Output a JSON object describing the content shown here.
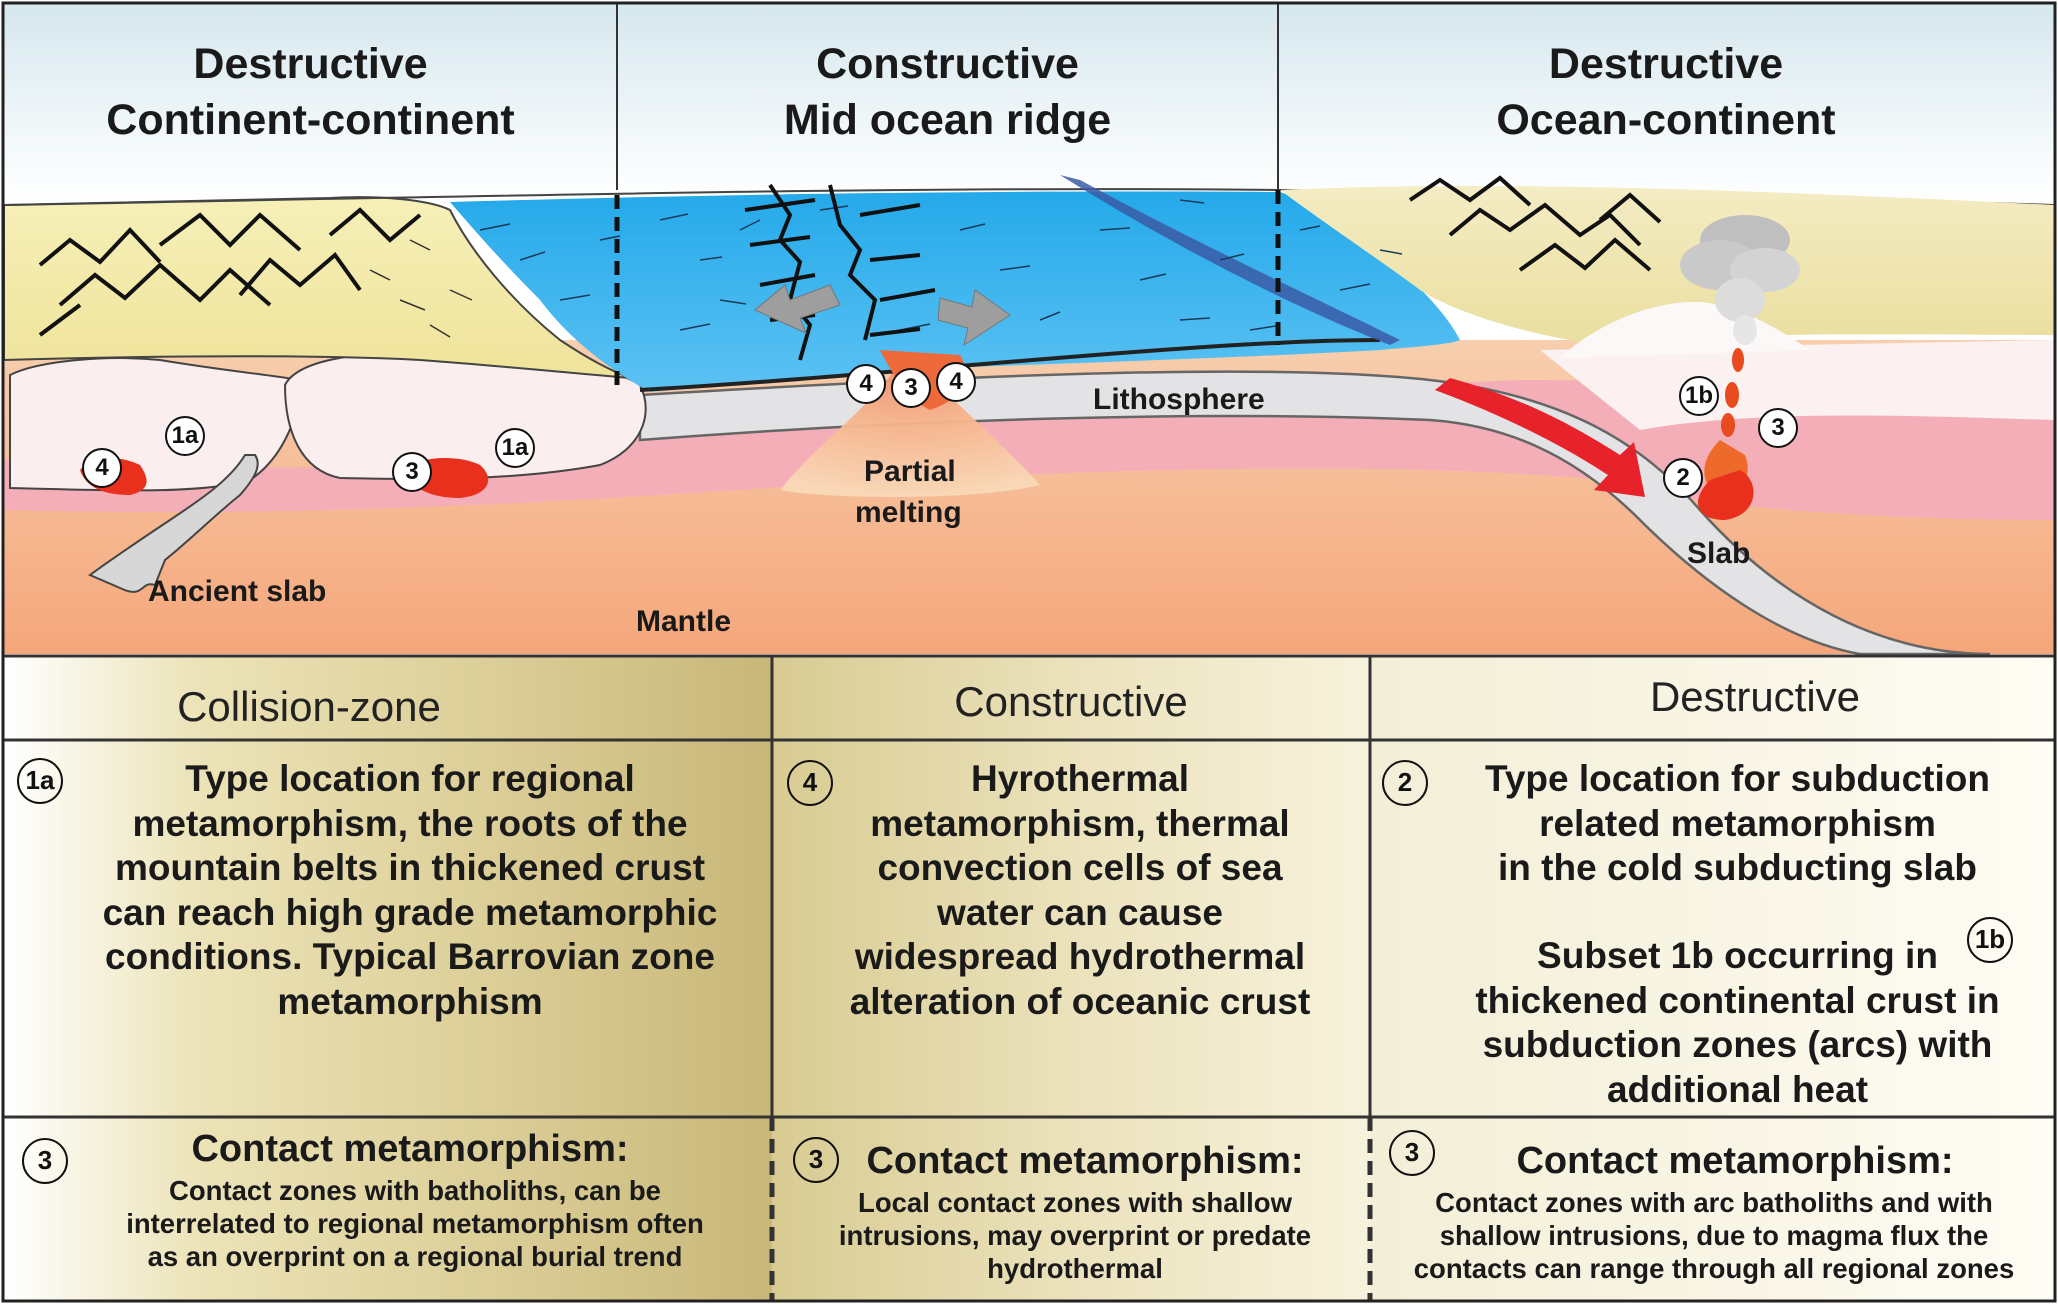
{
  "diagram": {
    "headers": {
      "left": {
        "line1": "Destructive",
        "line2": "Continent-continent"
      },
      "center": {
        "line1": "Constructive",
        "line2": "Mid ocean ridge"
      },
      "right": {
        "line1": "Destructive",
        "line2": "Ocean-continent"
      }
    },
    "labels": {
      "ancient_slab": "Ancient slab",
      "mantle": "Mantle",
      "partial_melting_1": "Partial",
      "partial_melting_2": "melting",
      "lithosphere": "Lithosphere",
      "slab": "Slab"
    },
    "markers": {
      "m1a": "1a",
      "m1b": "1b",
      "m2": "2",
      "m3": "3",
      "m4": "4"
    }
  },
  "table": {
    "columns": [
      "Collision-zone",
      "Constructive",
      "Destructive"
    ],
    "collision": {
      "marker": "1a",
      "lines": [
        "Type location for regional",
        "metamorphism, the roots of the",
        "mountain belts in thickened crust",
        "can reach high grade metamorphic",
        "conditions. Typical Barrovian zone",
        "metamorphism"
      ]
    },
    "constructive": {
      "marker": "4",
      "lines": [
        "Hyrothermal",
        "metamorphism, thermal",
        "convection cells of sea",
        "water can cause",
        "widespread hydrothermal",
        "alteration of oceanic crust"
      ]
    },
    "destructive": {
      "marker": "2",
      "lines_a": [
        "Type location for subduction",
        "related metamorphism",
        "in the cold subducting slab"
      ],
      "marker_b": "1b",
      "lines_b": [
        "Subset 1b occurring in",
        "thickened continental crust in",
        "subduction zones (arcs) with",
        "additional heat"
      ]
    },
    "contact": {
      "marker": "3",
      "title": "Contact metamorphism:",
      "left": [
        "Contact zones with batholiths, can be",
        "interrelated to regional metamorphism often",
        "as an overprint on a regional burial trend"
      ],
      "center": [
        "Local contact zones with shallow",
        "intrusions, may overprint or predate",
        "hydrothermal"
      ],
      "right": [
        "Contact zones with arc batholiths and with",
        "shallow intrusions, due to magma flux the",
        "contacts can range through all regional zones"
      ]
    }
  },
  "colors": {
    "sky": "#cfe3ea",
    "ocean": "#1ea8e8",
    "continent": "#f2e9a8",
    "crust_pink": "#f3aeb8",
    "mantle": "#f6b98a",
    "magma": "#e8301c",
    "arrow_red": "#e8222a",
    "table_tan": "#d9cc8f"
  }
}
